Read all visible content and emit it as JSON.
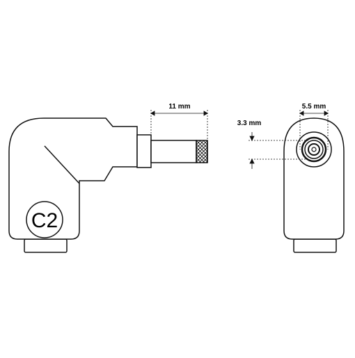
{
  "connector": {
    "badge_label": "C2",
    "tip_length_label": "11 mm",
    "outer_diameter_label": "5.5 mm",
    "inner_diameter_label": "3.3 mm"
  },
  "colors": {
    "outline": "#111111",
    "body_fill": "#ffffff",
    "background": "#ffffff"
  }
}
